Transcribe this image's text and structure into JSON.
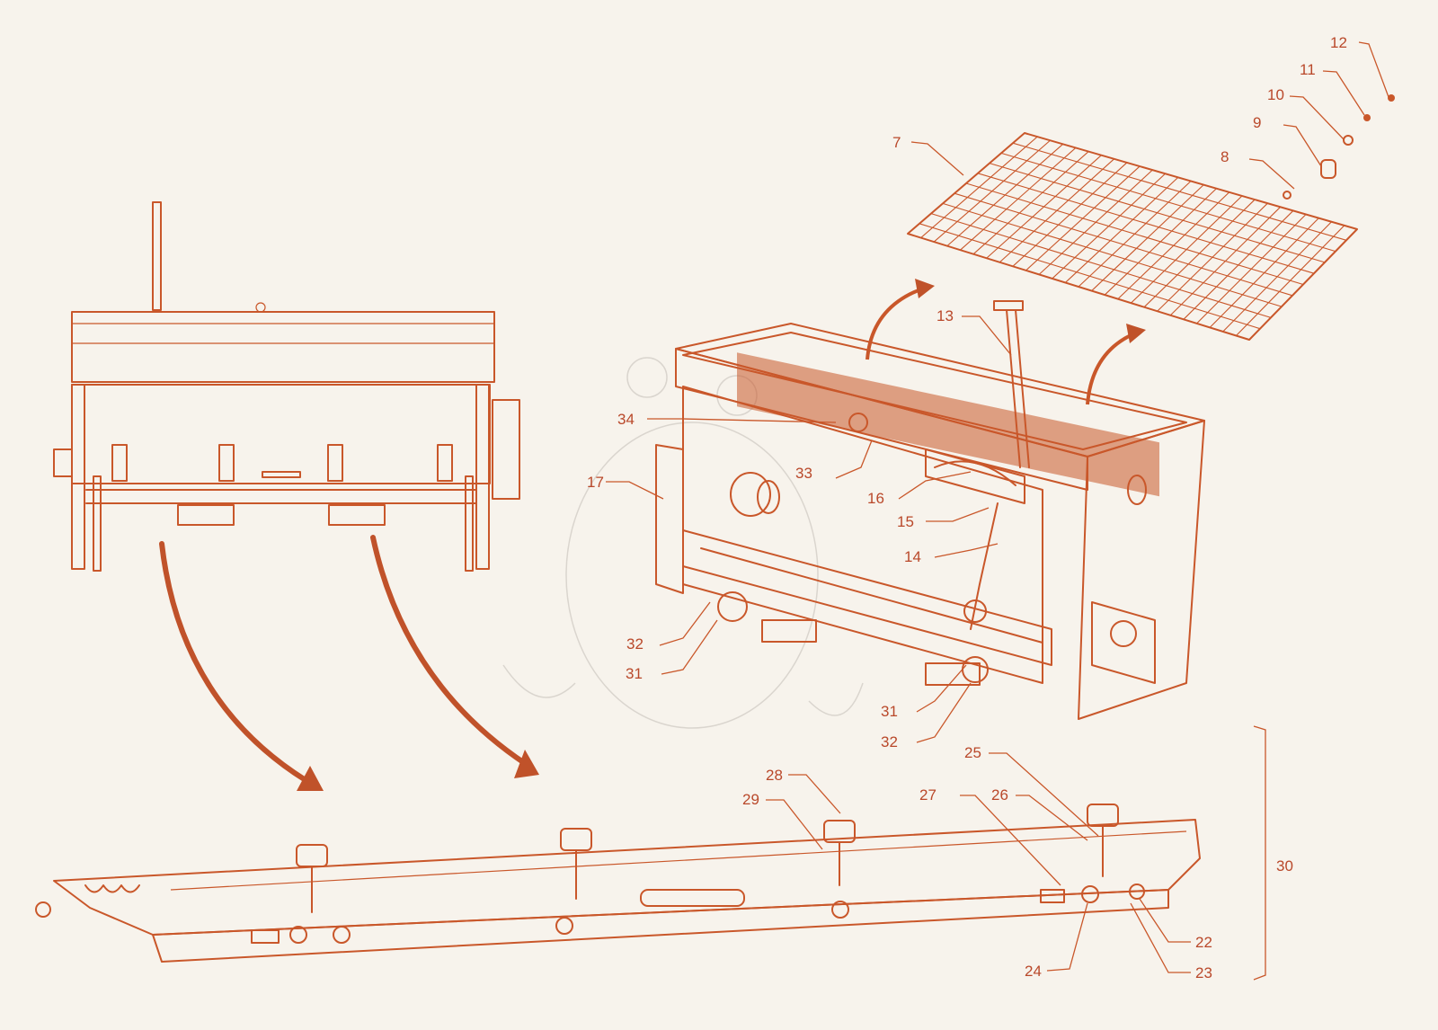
{
  "labels": [
    {
      "id": "7",
      "text": "7"
    },
    {
      "id": "8",
      "text": "8"
    },
    {
      "id": "9",
      "text": "9"
    },
    {
      "id": "10",
      "text": "10"
    },
    {
      "id": "11",
      "text": "11"
    },
    {
      "id": "12",
      "text": "12"
    },
    {
      "id": "13",
      "text": "13"
    },
    {
      "id": "14",
      "text": "14"
    },
    {
      "id": "15",
      "text": "15"
    },
    {
      "id": "16",
      "text": "16"
    },
    {
      "id": "17",
      "text": "17"
    },
    {
      "id": "22",
      "text": "22"
    },
    {
      "id": "23",
      "text": "23"
    },
    {
      "id": "24",
      "text": "24"
    },
    {
      "id": "25",
      "text": "25"
    },
    {
      "id": "26",
      "text": "26"
    },
    {
      "id": "27",
      "text": "27"
    },
    {
      "id": "28",
      "text": "28"
    },
    {
      "id": "29",
      "text": "29"
    },
    {
      "id": "30",
      "text": "30"
    },
    {
      "id": "31a",
      "text": "31"
    },
    {
      "id": "31b",
      "text": "31"
    },
    {
      "id": "32a",
      "text": "32"
    },
    {
      "id": "32b",
      "text": "32"
    },
    {
      "id": "33",
      "text": "33"
    },
    {
      "id": "34",
      "text": "34"
    }
  ],
  "colors": {
    "line": "#c9572a",
    "background": "#f7f3ec",
    "label": "#b9482a"
  }
}
